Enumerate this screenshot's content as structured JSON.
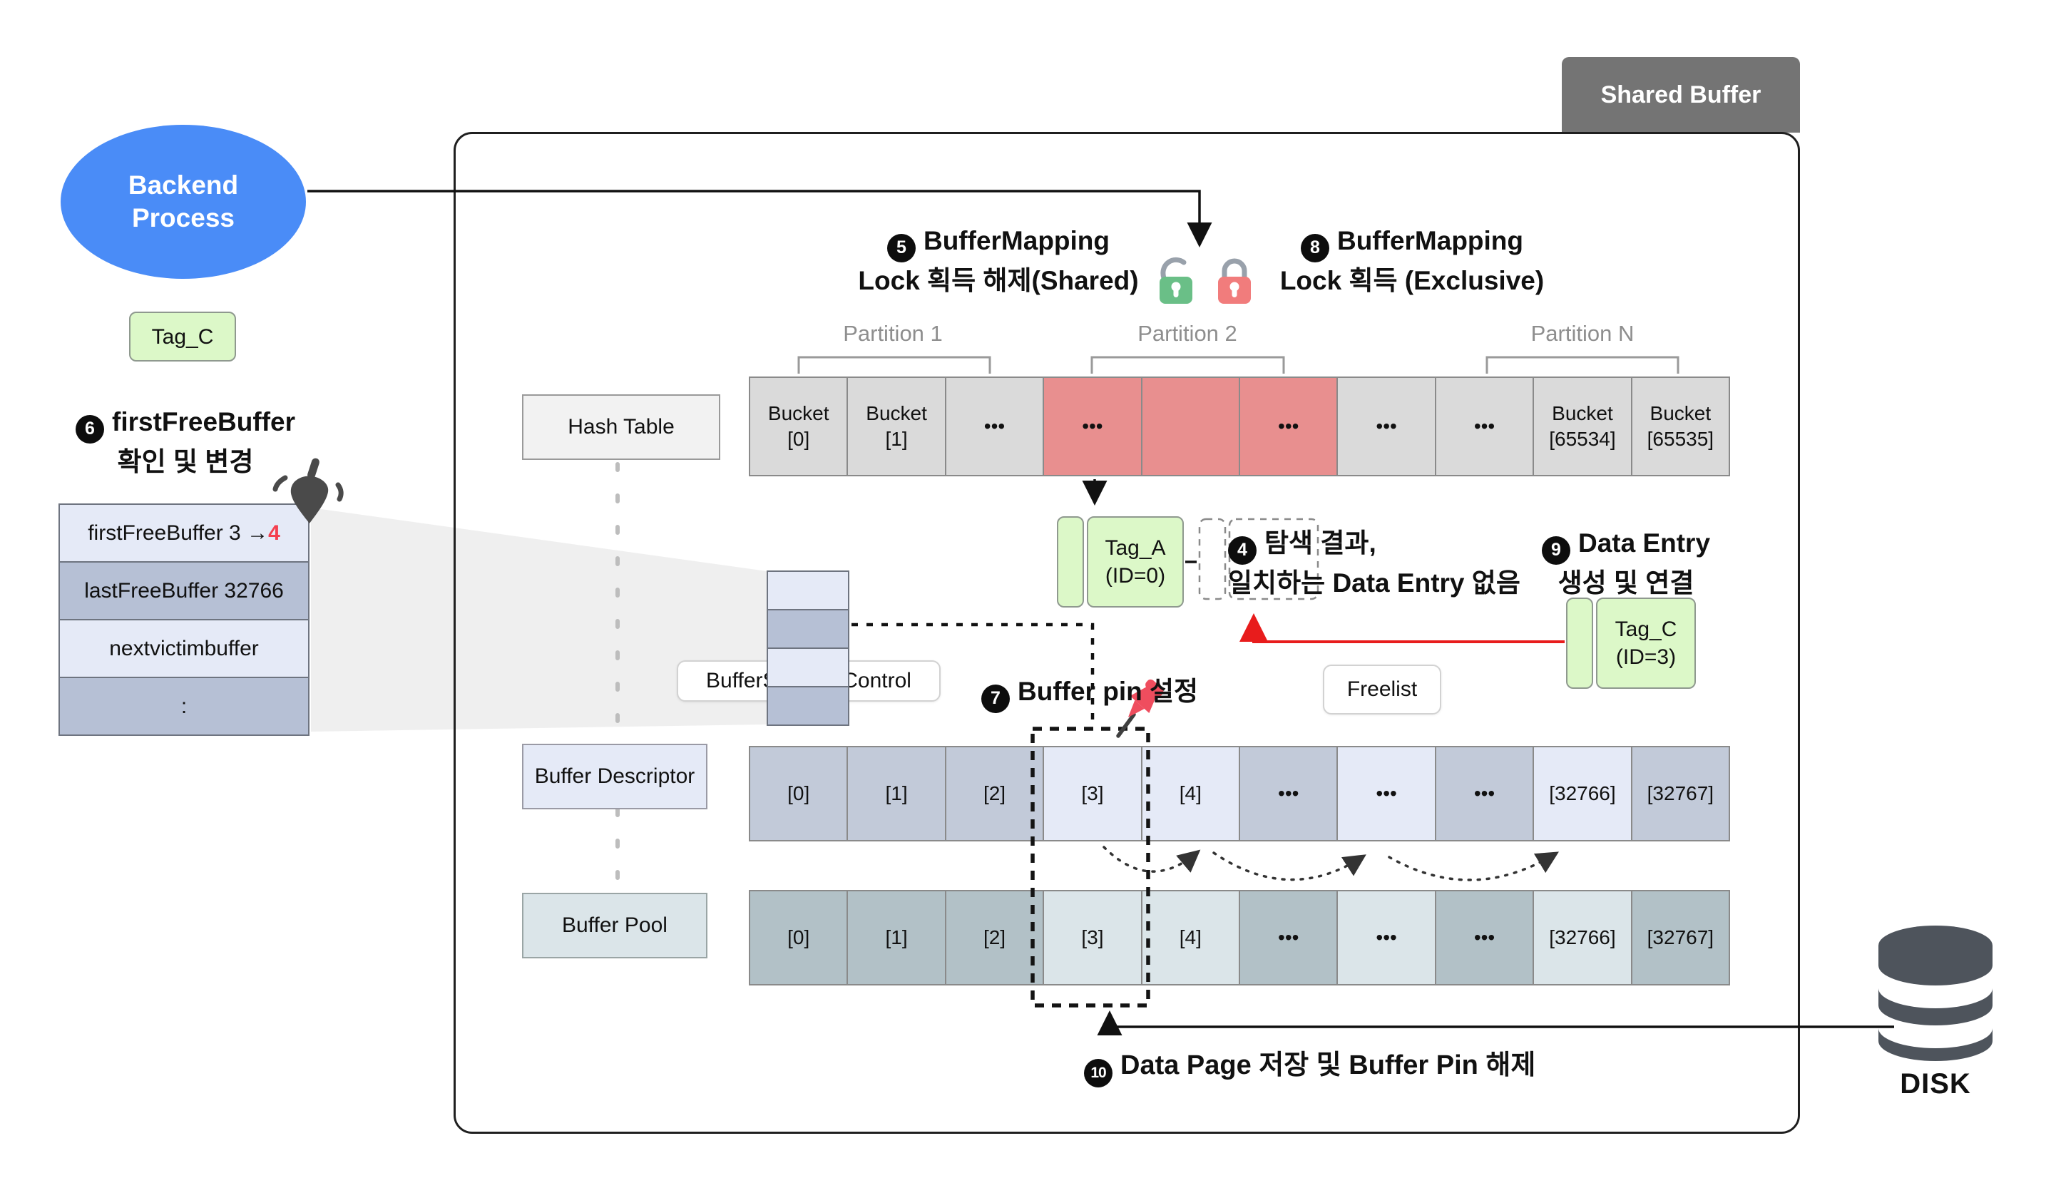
{
  "title": {
    "shared_buffer": "Shared Buffer"
  },
  "backend": {
    "label": "Backend\nProcess"
  },
  "tag_c_free": {
    "label": "Tag_C"
  },
  "steps": {
    "s4": {
      "num": "4",
      "line1": "탐색 결과,",
      "line2": "일치하는 Data Entry 없음"
    },
    "s5": {
      "num": "5",
      "line1": "BufferMapping",
      "line2": "Lock 획득 해제(Shared)"
    },
    "s6": {
      "num": "6",
      "line1": "firstFreeBuffer",
      "line2": "확인 및 변경"
    },
    "s7": {
      "num": "7",
      "label": "Buffer pin 설정"
    },
    "s8": {
      "num": "8",
      "line1": "BufferMapping",
      "line2": "Lock 획득 (Exclusive)"
    },
    "s9": {
      "num": "9",
      "line1": "Data Entry",
      "line2": "생성 및 연결"
    },
    "s10": {
      "num": "10",
      "label": "Data Page 저장 및 Buffer Pin 해제"
    }
  },
  "freebuffer_table": {
    "rows": [
      {
        "text": "firstFreeBuffer 3 → ",
        "highlight": "4",
        "variant": "light"
      },
      {
        "text": "lastFreeBuffer 32766",
        "variant": "dark"
      },
      {
        "text": "nextvictimbuffer",
        "variant": "light"
      },
      {
        "text": ":",
        "variant": "dark"
      }
    ]
  },
  "hash_table": {
    "label": "Hash Table"
  },
  "partitions": [
    {
      "label": "Partition 1"
    },
    {
      "label": "Partition 2"
    },
    {
      "label": "Partition N"
    }
  ],
  "bucket_row": {
    "cells": [
      {
        "label": "Bucket\n[0]",
        "variant": "gray"
      },
      {
        "label": "Bucket\n[1]",
        "variant": "gray"
      },
      {
        "label": "•••",
        "variant": "gray"
      },
      {
        "label": "•••",
        "variant": "red"
      },
      {
        "label": "",
        "variant": "red"
      },
      {
        "label": "•••",
        "variant": "red"
      },
      {
        "label": "•••",
        "variant": "gray"
      },
      {
        "label": "•••",
        "variant": "gray"
      },
      {
        "label": "Bucket\n[65534]",
        "variant": "gray"
      },
      {
        "label": "Bucket\n[65535]",
        "variant": "gray"
      }
    ]
  },
  "tag_a": {
    "label": "Tag_A\n(ID=0)"
  },
  "tag_c_entry": {
    "label": "Tag_C\n(ID=3)"
  },
  "strategy_control": {
    "label": "BufferStrategyControl"
  },
  "freelist": {
    "label": "Freelist"
  },
  "descriptor_row": {
    "label": "Buffer Descriptor",
    "cells": [
      {
        "label": "[0]",
        "variant": "d-dark"
      },
      {
        "label": "[1]",
        "variant": "d-dark"
      },
      {
        "label": "[2]",
        "variant": "d-dark"
      },
      {
        "label": "[3]",
        "variant": "d-light"
      },
      {
        "label": "[4]",
        "variant": "d-light"
      },
      {
        "label": "•••",
        "variant": "d-dark"
      },
      {
        "label": "•••",
        "variant": "d-light"
      },
      {
        "label": "•••",
        "variant": "d-dark"
      },
      {
        "label": "[32766]",
        "variant": "d-light"
      },
      {
        "label": "[32767]",
        "variant": "d-dark"
      }
    ]
  },
  "pool_row": {
    "label": "Buffer Pool",
    "cells": [
      {
        "label": "[0]",
        "variant": "p-dark"
      },
      {
        "label": "[1]",
        "variant": "p-dark"
      },
      {
        "label": "[2]",
        "variant": "p-dark"
      },
      {
        "label": "[3]",
        "variant": "p-light"
      },
      {
        "label": "[4]",
        "variant": "p-light"
      },
      {
        "label": "•••",
        "variant": "p-dark"
      },
      {
        "label": "•••",
        "variant": "p-light"
      },
      {
        "label": "•••",
        "variant": "p-dark"
      },
      {
        "label": "[32766]",
        "variant": "p-light"
      },
      {
        "label": "[32767]",
        "variant": "p-dark"
      }
    ]
  },
  "disk": {
    "label": "DISK"
  },
  "colors": {
    "backend_blue": "#4a8cf7",
    "tag_green": "#dcf8c8",
    "bucket_red": "#e88f8f",
    "lock_green": "#6abf87",
    "lock_red": "#f17c7c",
    "arrow_red": "#e81c1c",
    "highlight_red": "#f43f4f",
    "tab_gray": "#747474",
    "disk_gray": "#4e545c"
  }
}
